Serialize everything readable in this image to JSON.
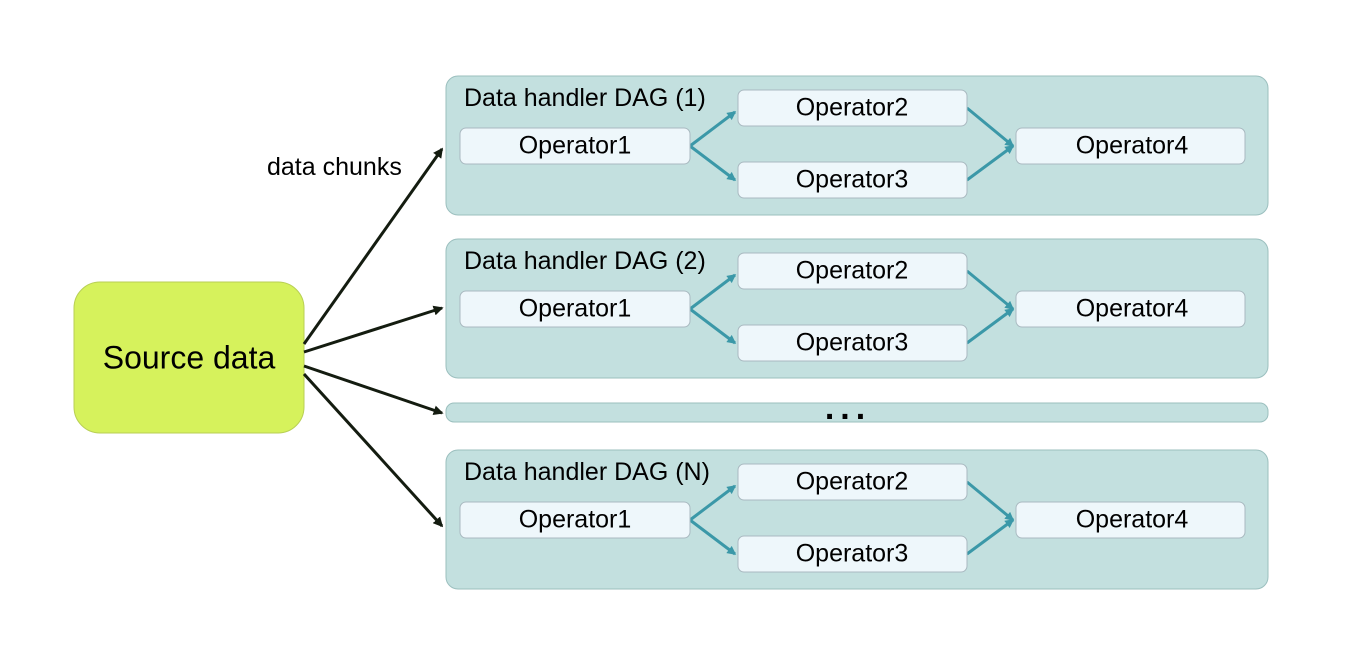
{
  "source": {
    "label": "Source data",
    "fill": "#d6f25c"
  },
  "edge_label": "data chunks",
  "dags": [
    {
      "title": "Data handler DAG (1)",
      "operators": [
        "Operator1",
        "Operator2",
        "Operator3",
        "Operator4"
      ]
    },
    {
      "title": "Data handler DAG (2)",
      "operators": [
        "Operator1",
        "Operator2",
        "Operator3",
        "Operator4"
      ]
    },
    {
      "title": "Data handler DAG (N)",
      "operators": [
        "Operator1",
        "Operator2",
        "Operator3",
        "Operator4"
      ]
    }
  ],
  "ellipsis": "...",
  "colors": {
    "dag_fill": "#c3e0df",
    "dag_stroke": "#9bbfbe",
    "operator_fill": "#eef7fb",
    "operator_stroke": "#a9b9c0",
    "operator_arrow": "#3b98a8",
    "chunk_arrow": "#141c10"
  }
}
